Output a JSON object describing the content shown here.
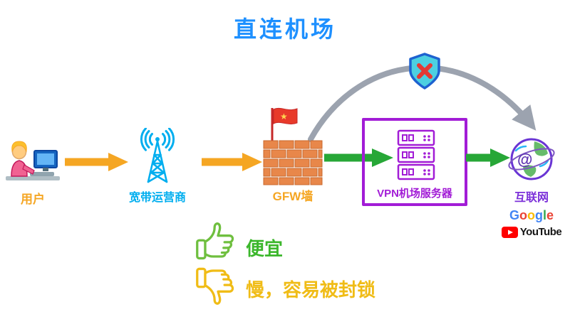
{
  "title": "直连机场",
  "nodes": {
    "user": {
      "label": "用户",
      "icon": "user-at-computer-icon"
    },
    "isp": {
      "label": "宽带运营商",
      "icon": "radio-tower-icon"
    },
    "gfw": {
      "label": "GFW墙",
      "icon": "brick-wall-flag-icon"
    },
    "vpn": {
      "label": "VPN机场服务器",
      "icon": "server-icon"
    },
    "internet": {
      "label": "互联网",
      "icon": "globe-icon"
    }
  },
  "flow_icons": [
    "arrow-user-to-isp",
    "arrow-isp-to-gfw",
    "arrow-gfw-to-vpn",
    "arrow-vpn-to-internet",
    "blocked-route-curved-arrow",
    "shield-x-blocked-icon"
  ],
  "logos": {
    "google_letters": [
      {
        "ch": "G",
        "color": "#4285F4"
      },
      {
        "ch": "o",
        "color": "#EA4335"
      },
      {
        "ch": "o",
        "color": "#FBBC05"
      },
      {
        "ch": "g",
        "color": "#4285F4"
      },
      {
        "ch": "l",
        "color": "#34A853"
      },
      {
        "ch": "e",
        "color": "#EA4335"
      }
    ],
    "youtube": "YouTube"
  },
  "verdicts": {
    "pros": "便宜",
    "cons": "慢，容易被封锁"
  },
  "colors": {
    "title_blue": "#1E90FF",
    "arrow_orange": "#F5A623",
    "arrow_green": "#27A737",
    "isp_cyan": "#00AEEF",
    "gfw_label_orange": "#F5A623",
    "vpn_purple": "#A21CD6",
    "internet_violet": "#7B2FD9",
    "blocked_gray": "#9CA3AF",
    "shield_fill": "#4DD0E1",
    "shield_border": "#1E62D0",
    "shield_x_red": "#E53935",
    "youtube_red": "#FF0000",
    "pros_green": "#3CB72C",
    "cons_yellow": "#F0BC16",
    "brick": "#E8874A",
    "flag_red": "#E83A2A"
  }
}
